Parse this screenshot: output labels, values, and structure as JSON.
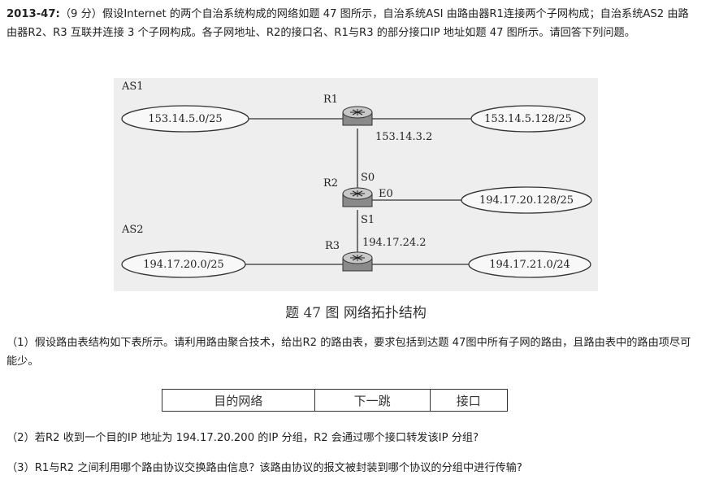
{
  "problem": {
    "id": "2013-47:",
    "intro": "（9 分）假设Internet 的两个自治系统构成的网络如题 47 图所示，自治系统ASI 由路由器R1连接两个子网构成；自治系统AS2 由路由器R2、R3 互联并连接 3 个子网构成。各子网地址、R2的接口名、R1与R3 的部分接口IP 地址如题 47 图所示。请回答下列问题。"
  },
  "figure": {
    "as1_label": "AS1",
    "as2_label": "AS2",
    "routers": {
      "r1": "R1",
      "r2": "R2",
      "r3": "R3"
    },
    "subnets": {
      "as1_left": "153.14.5.0/25",
      "as1_right": "153.14.5.128/25",
      "r2_e0": "194.17.20.128/25",
      "as2_left": "194.17.20.0/25",
      "as2_right": "194.17.21.0/24"
    },
    "interfaces": {
      "s0": "S0",
      "e0": "E0",
      "s1": "S1"
    },
    "ips": {
      "r1_ip": "153.14.3.2",
      "r3_ip": "194.17.24.2"
    },
    "caption": "题 47 图  网络拓扑结构"
  },
  "questions": {
    "q1": "（1）假设路由表结构如下表所示。请利用路由聚合技术，给出R2 的路由表，要求包括到达题 47图中所有子网的路由，且路由表中的路由项尽可能少。",
    "q2": "（2）若R2 收到一个目的IP 地址为 194.17.20.200 的IP 分组，R2 会通过哪个接口转发该IP 分组?",
    "q3": "（3）R1与R2 之间利用哪个路由协议交换路由信息？该路由协议的报文被封装到哪个协议的分组中进行传输?"
  },
  "table": {
    "headers": [
      "目的网络",
      "下一跳",
      "接口"
    ]
  }
}
